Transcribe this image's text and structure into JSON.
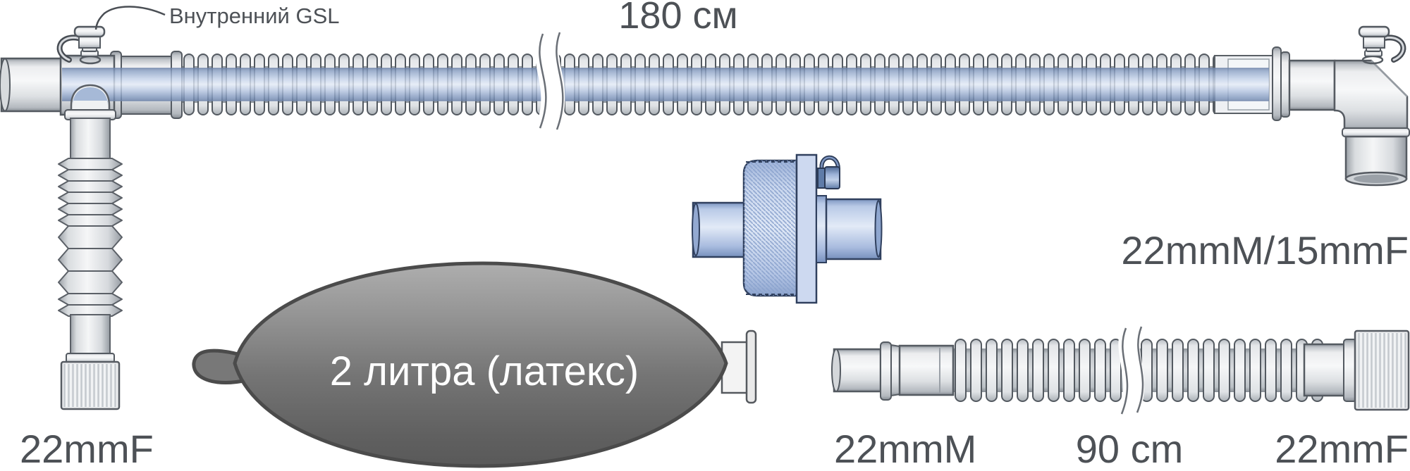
{
  "labels": {
    "inner_gsl": "Внутренний GSL",
    "main_tube_length": "180 см",
    "bag_volume": "2 литра (латекс)",
    "limb_connector": "22mmF",
    "patient_connector": "22mmM/15mmF",
    "short_hose_left": "22mmM",
    "short_hose_length": "90 cm",
    "short_hose_right": "22mmF"
  },
  "colors": {
    "background": "#ffffff",
    "label_text": "#4d5156",
    "outline_gray": "#545a61",
    "tube_light": "#f5f6f7",
    "inner_tube_blue": "#8fa5c8",
    "filter_blue": "#b3c4e4",
    "filter_outline": "#30405e",
    "bag_gray": "#6e6e6e",
    "bag_text": "#ffffff"
  },
  "components": {
    "main_tube": "coaxial-corrugated-tube",
    "gsl_cap_left": "gsl-port-cap",
    "gsl_cap_right": "gsl-port-cap",
    "elbow": "elbow-connector",
    "limb": "expandable-limb",
    "bag": "latex-breathing-bag",
    "filter": "hme-filter",
    "short_hose": "corrugated-extension-hose"
  }
}
